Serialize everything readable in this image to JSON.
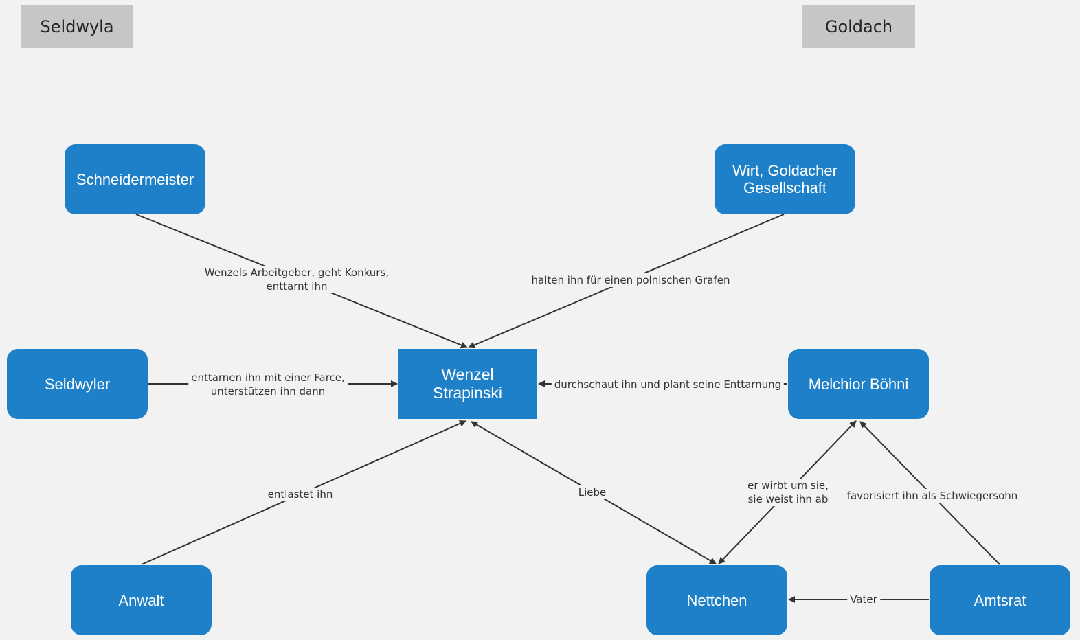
{
  "regions": {
    "left": "Seldwyla",
    "right": "Goldach"
  },
  "nodes": {
    "schneidermeister": "Schneidermeister",
    "wirt": "Wirt, Goldacher\nGesellschaft",
    "seldwyler": "Seldwyler",
    "wenzel": "Wenzel\nStrapinski",
    "melchior": "Melchior Böhni",
    "anwalt": "Anwalt",
    "nettchen": "Nettchen",
    "amtsrat": "Amtsrat"
  },
  "edges": {
    "schneidermeister_wenzel": "Wenzels Arbeitgeber, geht Konkurs,\nenttarnt ihn",
    "wirt_wenzel": "halten ihn für einen polnischen Grafen",
    "seldwyler_wenzel": "enttarnen ihn mit einer Farce,\nunterstützen ihn dann",
    "melchior_wenzel": "durchschaut ihn und plant seine Enttarnung",
    "anwalt_wenzel": "entlastet ihn",
    "wenzel_nettchen": "Liebe",
    "melchior_nettchen": "er wirbt um sie,\nsie weist ihn ab",
    "amtsrat_melchior": "favorisiert ihn als Schwiegersohn",
    "amtsrat_nettchen": "Vater"
  },
  "colors": {
    "node_fill": "#1e80c8",
    "region_fill": "#c6c6c6",
    "background": "#f2f2f2",
    "edge": "#333333"
  }
}
